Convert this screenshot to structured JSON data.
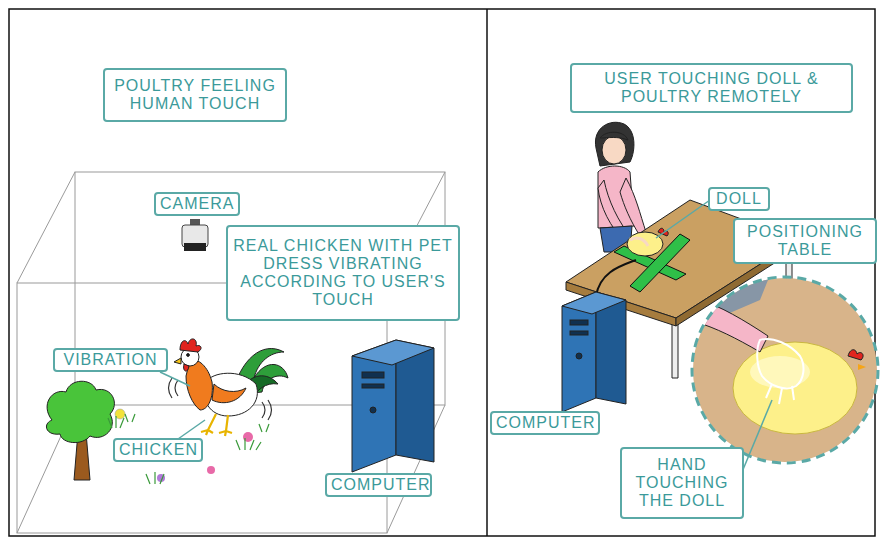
{
  "diagram": {
    "nodes": [
      {
        "text": [
          "POULTRY FEELING HUMAN TOUCH"
        ]
      },
      {
        "text": [
          "CAMERA"
        ]
      },
      {
        "text": [
          "REAL CHICKEN WITH PET DRESS VIBRATING ACCORDING TO USER'S TOUCH"
        ]
      },
      {
        "text": [
          "VIBRATION"
        ]
      },
      {
        "text": [
          "CHICKEN"
        ]
      },
      {
        "text": [
          "COMPUTER"
        ]
      },
      {
        "text": [
          "USER TOUCHING DOLL & POULTRY REMOTELY"
        ]
      },
      {
        "text": [
          "DOLL"
        ]
      },
      {
        "text": [
          "POSITIONING TABLE"
        ]
      },
      {
        "text": [
          "COMPUTER"
        ]
      },
      {
        "text": [
          "HAND TOUCHING THE DOLL"
        ]
      }
    ]
  }
}
